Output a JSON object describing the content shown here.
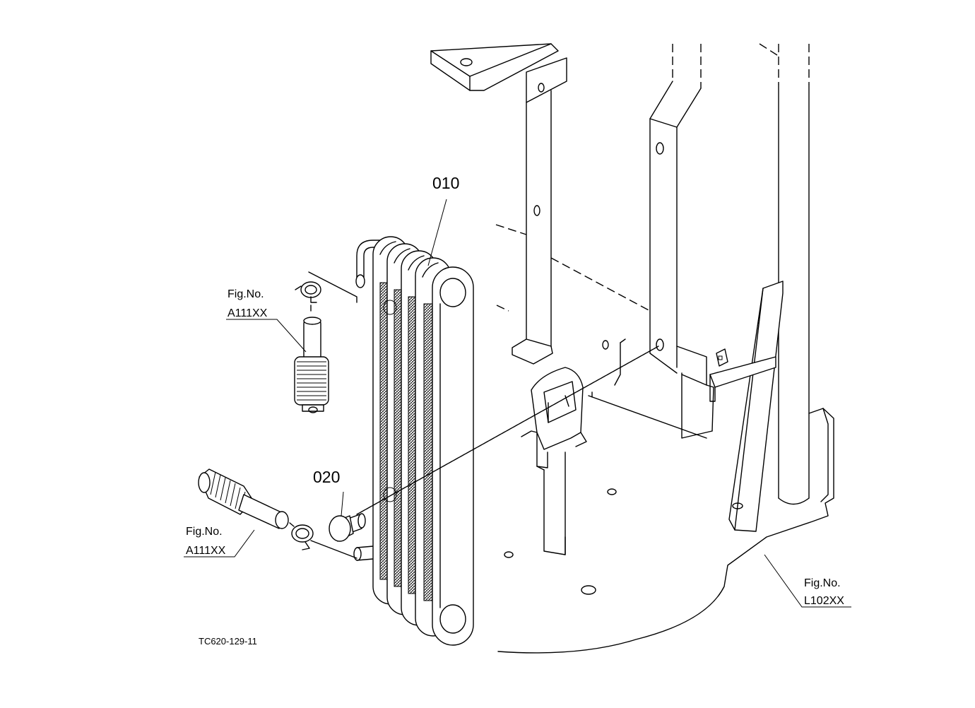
{
  "diagram": {
    "callouts": [
      {
        "id": "part-010",
        "label": "010"
      },
      {
        "id": "part-020",
        "label": "020"
      }
    ],
    "figure_refs": [
      {
        "id": "fig-ref-hose-upper",
        "line1": "Fig.No.",
        "line2": "A111XX"
      },
      {
        "id": "fig-ref-hose-lower",
        "line1": "Fig.No.",
        "line2": "A111XX"
      },
      {
        "id": "fig-ref-frame",
        "line1": "Fig.No.",
        "line2": "L102XX"
      }
    ],
    "drawing_code": "TC620-129-11"
  },
  "colors": {
    "line": "#000000",
    "background": "#ffffff"
  }
}
